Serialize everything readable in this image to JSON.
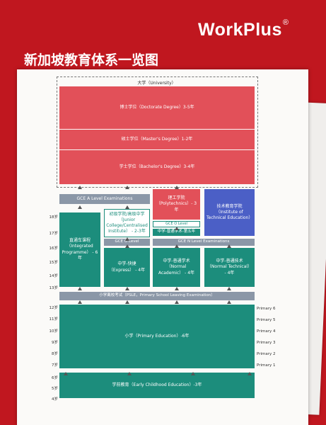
{
  "brand": {
    "name": "WorkPlus",
    "mark": "®"
  },
  "title": "新加坡教育体系一览图",
  "university": "大学（University）",
  "degrees": {
    "doctorate": "博士学位（Doctorate Degree）3-5年",
    "master": "硕士学位（Master's Degree）1-2年",
    "bachelor": "学士学位（Bachelor's Degree）3-4年"
  },
  "exams": {
    "a_level": "GCE A Level Examinations",
    "o_level_small": "GCE O Level",
    "o_level": "GCE O Level",
    "n_level": "GCE N Level Examinations",
    "psle": "小学离校考试（PSLE，Primary School Leaving Examination）"
  },
  "institutions": {
    "polytechnic": "理工学院（Polytechnics）- 3年",
    "ite": "技术教育学院（Institute of Technical Education）",
    "integrated": "直通车课程（Integrated Programme） - 6年",
    "junior_college": "初级学院/高级中学（Junior College/Centralised Institute） - 2-3年",
    "normal_academic_5th": "中学-普通学术-第五年",
    "express": "中学-快捷（Express） - 4年",
    "normal_academic": "中学-普通学术（Normal Academic） - 4年",
    "normal_technical": "中学-普通技术（Normal Technical） - 4年",
    "primary": "小学（Primary Education）-6年",
    "preschool": "学前教育（Early Childhood Education）-3年"
  },
  "ages": [
    "18岁",
    "17岁",
    "16岁",
    "15岁",
    "14岁",
    "13岁",
    "12岁",
    "11岁",
    "10岁",
    "9岁",
    "8岁",
    "7岁",
    "6岁",
    "5岁",
    "4岁"
  ],
  "primary_levels": [
    "Primary 6",
    "Primary 5",
    "Primary 4",
    "Primary 3",
    "Primary 2",
    "Primary 1"
  ],
  "colors": {
    "background": "#c0171f",
    "university": "#e25059",
    "secondary": "#1c8d7c",
    "exam": "#8b97a7",
    "ite": "#4b5fc6"
  }
}
